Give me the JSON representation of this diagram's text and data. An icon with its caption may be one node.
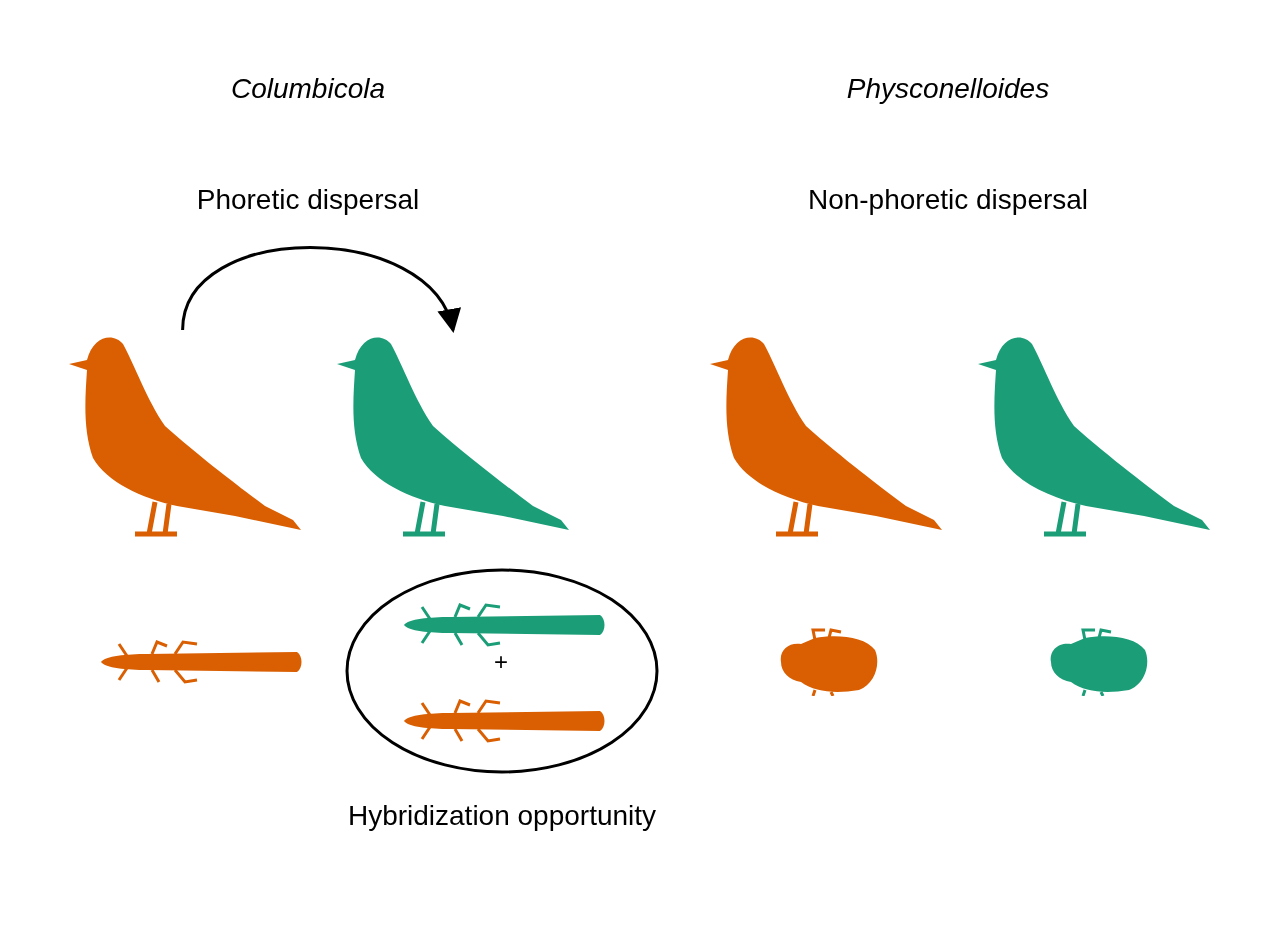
{
  "diagram": {
    "nodes": [
      {
        "text": [],
        "shape": "picture"
      },
      {
        "text": [],
        "shape": "picture"
      },
      {
        "text": [],
        "shape": "picture"
      },
      {
        "text": [],
        "shape": "picture"
      },
      {
        "text": [],
        "shape": "picture"
      },
      {
        "text": [
          "Hybridization opportunity"
        ]
      },
      {
        "text": [],
        "shape": "picture",
        "in": 5
      },
      {
        "text": [],
        "shape": "picture",
        "in": 5
      },
      {
        "text": [],
        "shape": "picture"
      },
      {
        "text": [],
        "shape": "picture"
      }
    ],
    "edges": [
      {
        "from": 0,
        "to": 1,
        "arrow": "to"
      }
    ],
    "labels": [
      "Columbicola",
      "Physconelloides",
      "Phoretic dispersal",
      "Non-phoretic dispersal",
      "+"
    ]
  }
}
